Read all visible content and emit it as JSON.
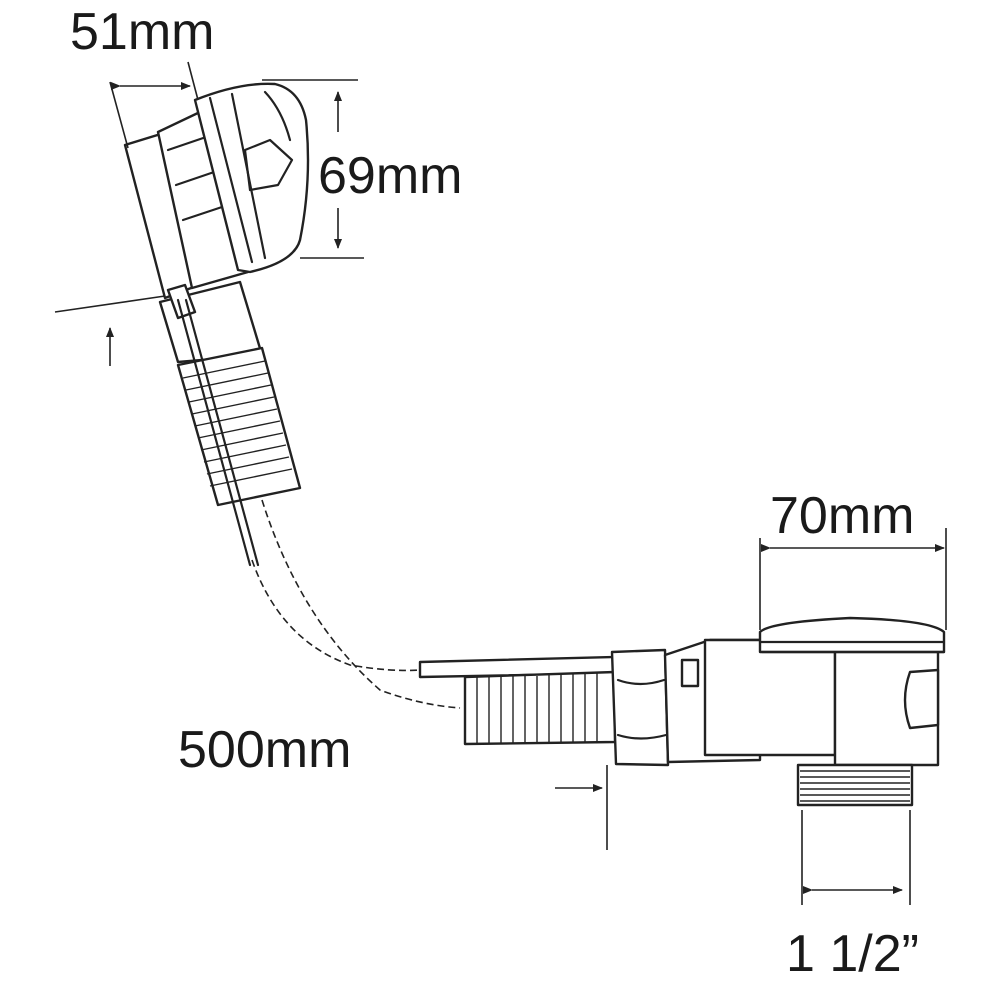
{
  "dimensions": {
    "overflow_width": "51mm",
    "overflow_height": "69mm",
    "waste_width": "70mm",
    "cable_length": "500mm",
    "thread_size": "1 1/2”"
  },
  "colors": {
    "line": "#222222",
    "background": "#ffffff"
  }
}
